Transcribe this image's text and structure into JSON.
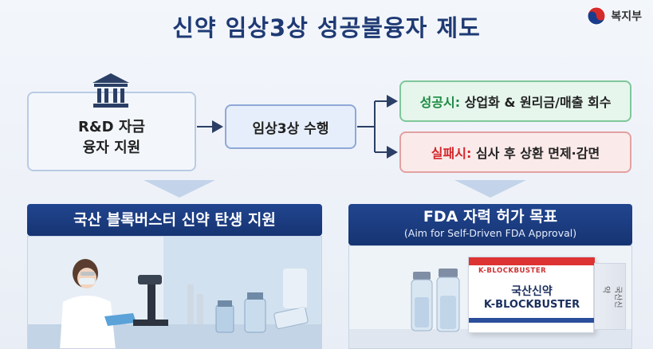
{
  "header": {
    "title": "신약 임상3상 성공불융자 제도",
    "logo_text": "복지부"
  },
  "flow": {
    "rnd_line1": "R&D 자금",
    "rnd_line2": "융자 지원",
    "phase3": "임상3상 수행",
    "success_label": "성공시:",
    "success_text": " 상업화 & 원리금/매출 회수",
    "fail_label": "실패시:",
    "fail_text": " 심사 후 상환 면제·감면"
  },
  "sections": {
    "left_title": "국산 블록버스터 신약 탄생 지원",
    "right_title": "FDA 자력 허가 목표",
    "right_subtitle": "(Aim for Self-Driven FDA Approval)"
  },
  "product": {
    "brand_top": "K-BLOCKBUSTER",
    "name_ko": "국산신약",
    "name_en": "K-BLOCKBUSTER",
    "side_text": "국산신약"
  },
  "colors": {
    "primary_navy": "#1f3a74",
    "banner": "#1b3d82",
    "success": "#1d8a43",
    "fail": "#d3272b"
  }
}
